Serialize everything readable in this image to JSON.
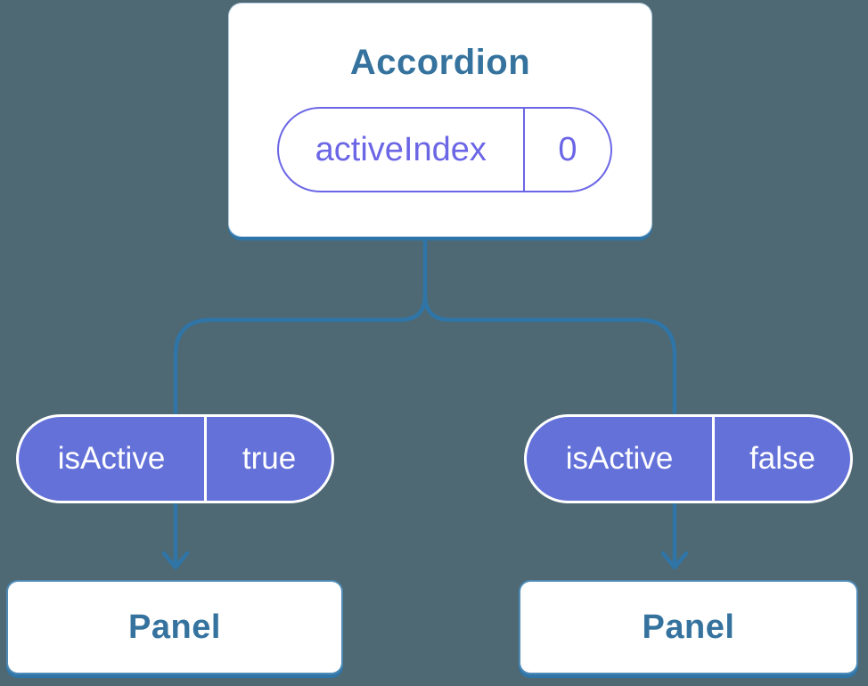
{
  "colors": {
    "background": "#4E6973",
    "line_blue": "#2F75A8",
    "heading_blue": "#35739E",
    "purple_accent": "#6B66E6",
    "purple_fill": "#6371D9",
    "card_white": "#FFFFFF",
    "pill_text_white": "#FFFFFF"
  },
  "root": {
    "title": "Accordion",
    "state": {
      "name": "activeIndex",
      "value": "0"
    }
  },
  "children": [
    {
      "prop": {
        "name": "isActive",
        "value": "true"
      },
      "panel_label": "Panel"
    },
    {
      "prop": {
        "name": "isActive",
        "value": "false"
      },
      "panel_label": "Panel"
    }
  ]
}
